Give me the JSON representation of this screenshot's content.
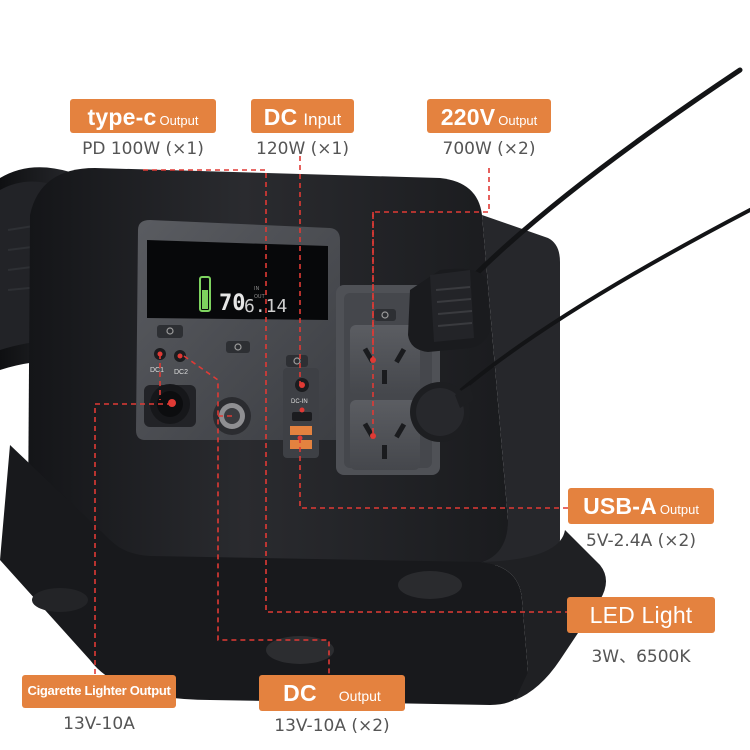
{
  "display": {
    "digits": "70",
    "minutes": "6.14"
  },
  "port_labels": {
    "dc1": "DC1",
    "dc2": "DC2",
    "dc_in": "DC-IN"
  },
  "callouts": {
    "typec": {
      "title": "type-c",
      "subtitle": "Output",
      "spec": "PD 100W (×1)"
    },
    "dc_input": {
      "title": "DC",
      "subtitle": "Input",
      "spec": "120W (×1)"
    },
    "ac_220v": {
      "title": "220V",
      "subtitle": "Output",
      "spec": "700W (×2)"
    },
    "usba": {
      "title": "USB-A",
      "subtitle": "Output",
      "spec": "5V-2.4A (×2)"
    },
    "led": {
      "title": "LED Light",
      "spec": "3W、6500K"
    },
    "cigarette": {
      "title": "Cigarette Lighter Output",
      "spec": "13V-10A"
    },
    "dc_output": {
      "title": "DC",
      "subtitle": "Output",
      "spec": "13V-10A (×2)"
    }
  },
  "colors": {
    "accent": "#e4823f",
    "leader": "#e03a35",
    "body": "#1c1d20",
    "panel": "#4a4c51"
  }
}
